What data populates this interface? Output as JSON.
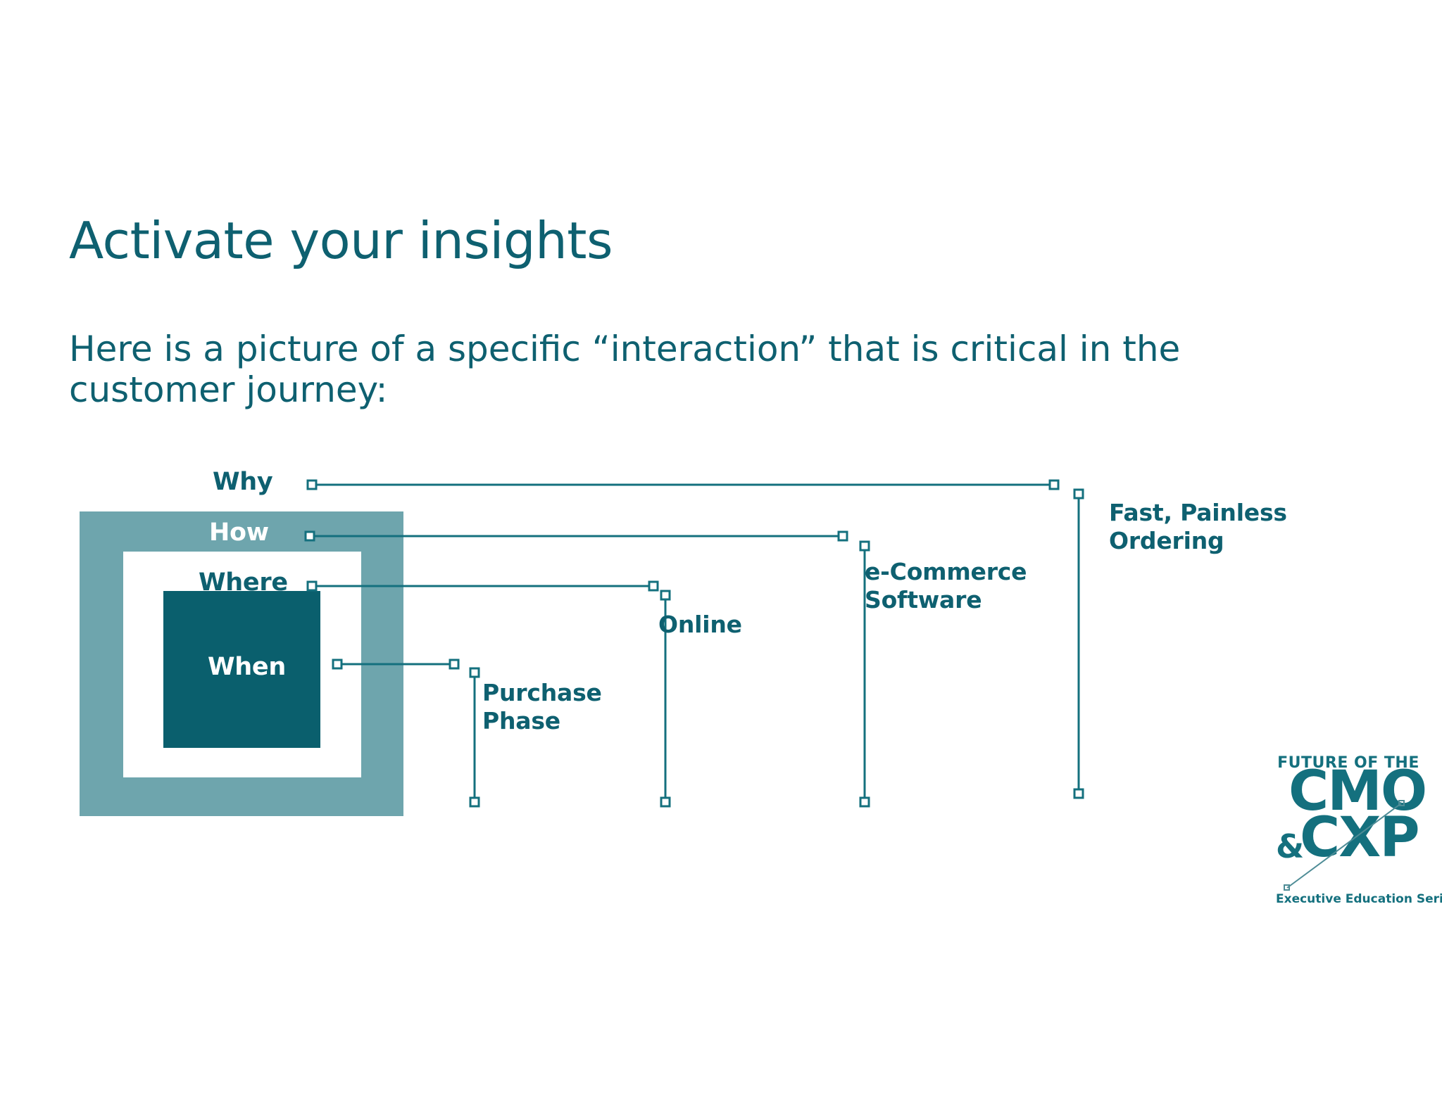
{
  "slide": {
    "title": "Activate your insights",
    "subtitle": "Here is a picture of a specific “interaction” that is critical in the customer journey:"
  },
  "colors": {
    "teal_dark": "#0E6070",
    "teal_inner_square": "#0A5F6D",
    "teal_outer_square": "#6EA5AD",
    "white": "#FFFFFF",
    "logo_teal": "#14707E",
    "connector_line": "#14707E"
  },
  "diagram": {
    "name": "nested-interaction-squares",
    "rings": [
      {
        "key": "why",
        "label": "Why",
        "text_color": "#0E6070",
        "callout": "Fast, Painless\nOrdering"
      },
      {
        "key": "how",
        "label": "How",
        "text_color": "#FFFFFF",
        "callout": "e-Commerce\nSoftware"
      },
      {
        "key": "where",
        "label": "Where",
        "text_color": "#0E6070",
        "callout": "Online"
      },
      {
        "key": "when",
        "label": "When",
        "text_color": "#FFFFFF",
        "callout": "Purchase\nPhase"
      }
    ],
    "callouts": {
      "purchase_phase": "Purchase\nPhase",
      "online": "Online",
      "ecommerce_software": "e-Commerce\nSoftware",
      "fast_painless_ordering": "Fast, Painless\nOrdering"
    }
  },
  "logo": {
    "line1": "FUTURE OF THE",
    "line2": "CMO",
    "ampersand": "&",
    "line3": "CXP",
    "line4": "Executive Education Series"
  }
}
